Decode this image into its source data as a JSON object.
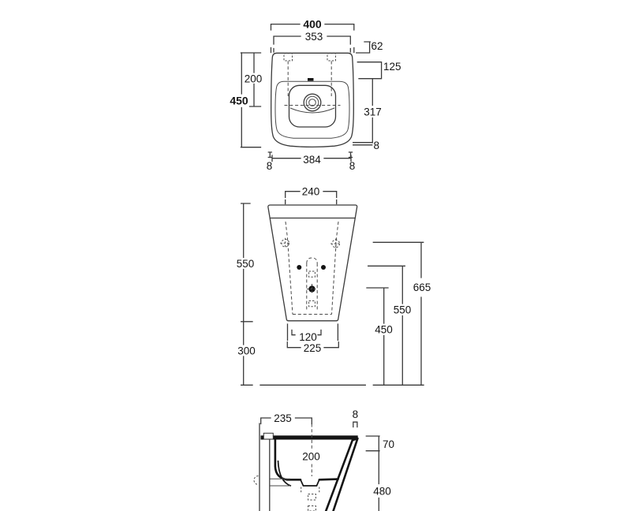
{
  "drawing": {
    "top_view": {
      "overall_width": "400",
      "inner_width": "353",
      "back_offset": "62",
      "ledge_depth": "125",
      "bowl_back_depth": "200",
      "overall_depth": "450",
      "front_depth": "317",
      "front_overhang": "8",
      "base_width": "384",
      "left_overhang": "8",
      "right_overhang": "8"
    },
    "front_view": {
      "top_width": "240",
      "body_height": "550",
      "bottom_clearance": "300",
      "drain_width": "120",
      "base_width": "225",
      "drain_height": "450",
      "fixing_height": "550",
      "hole_height": "665"
    },
    "side_view": {
      "depth": "235",
      "top_gap": "8",
      "rim_height": "70",
      "bowl_depth": "200",
      "lower_height": "480"
    }
  }
}
